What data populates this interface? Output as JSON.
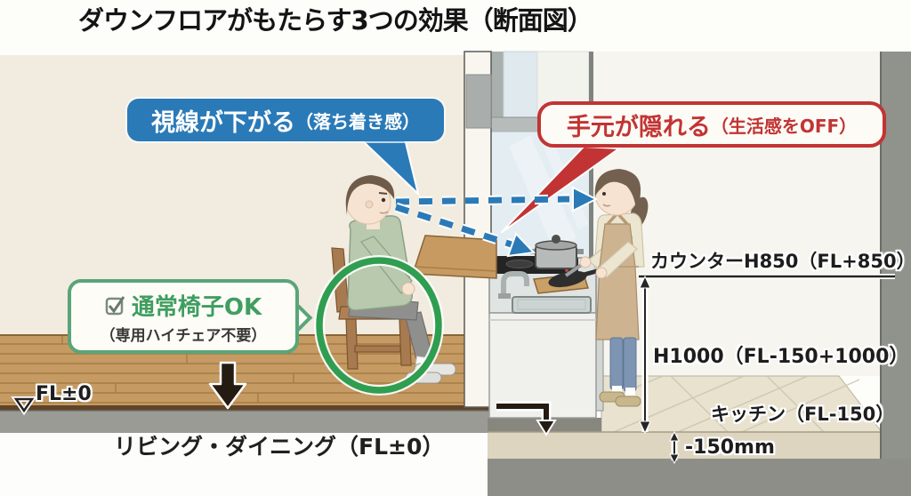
{
  "title": "ダウンフロアがもたらす3つの効果（断面図）",
  "callouts": {
    "gaze": {
      "main": "視線が下がる",
      "sub": "（落ち着き感）"
    },
    "hands": {
      "main": "手元が隠れる",
      "sub": "（生活感をOFF）"
    },
    "chair": {
      "main": "通常椅子OK",
      "sub": "（専用ハイチェア不要）"
    }
  },
  "labels": {
    "counter_height": "カウンターH850（FL+850）",
    "wall_height": "H1000（FL-150+1000）",
    "kitchen_floor": "キッチン（FL-150）",
    "step_depth": "-150mm",
    "floor_level": "FL±0",
    "living_floor": "リビング・ダイニング（FL±0）"
  },
  "colors": {
    "callout_blue": "#2b7ab8",
    "callout_red": "#c23434",
    "callout_green": "#3f9e60",
    "highlight_green": "#2f9e50"
  }
}
